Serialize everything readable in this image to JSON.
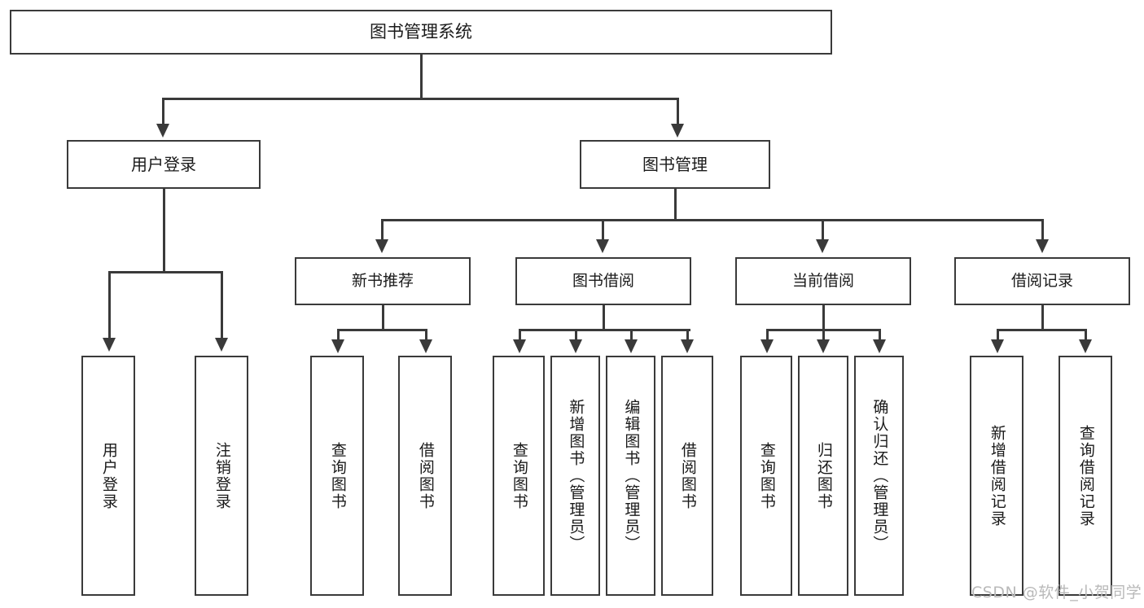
{
  "diagram": {
    "type": "tree-hierarchy",
    "title_node": {
      "label": "图书管理系统"
    },
    "level2": [
      {
        "label": "用户登录"
      },
      {
        "label": "图书管理"
      }
    ],
    "level3": [
      {
        "label": "新书推荐"
      },
      {
        "label": "图书借阅"
      },
      {
        "label": "当前借阅"
      },
      {
        "label": "借阅记录"
      }
    ],
    "leaves": {
      "user_login": [
        {
          "label": "用户登录"
        },
        {
          "label": "注销登录"
        }
      ],
      "new_book_recommend": [
        {
          "label": "查询图书"
        },
        {
          "label": "借阅图书"
        }
      ],
      "book_borrow": [
        {
          "label": "查询图书"
        },
        {
          "label": "新增图书（管理员）"
        },
        {
          "label": "编辑图书（管理员）"
        },
        {
          "label": "借阅图书"
        }
      ],
      "current_borrow": [
        {
          "label": "查询图书"
        },
        {
          "label": "归还图书"
        },
        {
          "label": "确认归还（管理员）"
        }
      ],
      "borrow_record": [
        {
          "label": "新增借阅记录"
        },
        {
          "label": "查询借阅记录"
        }
      ]
    },
    "watermark": {
      "text": "CSDN @软件_小贺同学"
    },
    "colors": {
      "stroke": "#3a3a3a",
      "fill": "#ffffff",
      "text": "#1a1a1a",
      "watermark": "#b9b9b9"
    }
  }
}
